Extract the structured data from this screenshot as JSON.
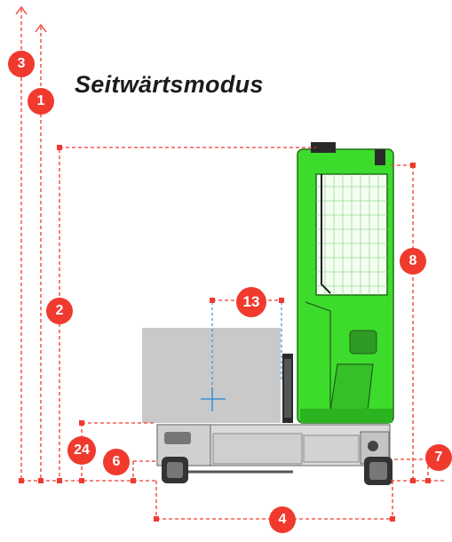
{
  "title": "Seitwärtsmodus",
  "colors": {
    "dimension_line": "#f03a2e",
    "badge": "#f03a2e",
    "cab_green": "#3ce02a",
    "chassis_grey": "#d6d6d6",
    "load_grey": "#c8c8c8"
  },
  "dimensions": [
    {
      "label": "3"
    },
    {
      "label": "1"
    },
    {
      "label": "2"
    },
    {
      "label": "13"
    },
    {
      "label": "8"
    },
    {
      "label": "24"
    },
    {
      "label": "6"
    },
    {
      "label": "7"
    },
    {
      "label": "4"
    }
  ]
}
